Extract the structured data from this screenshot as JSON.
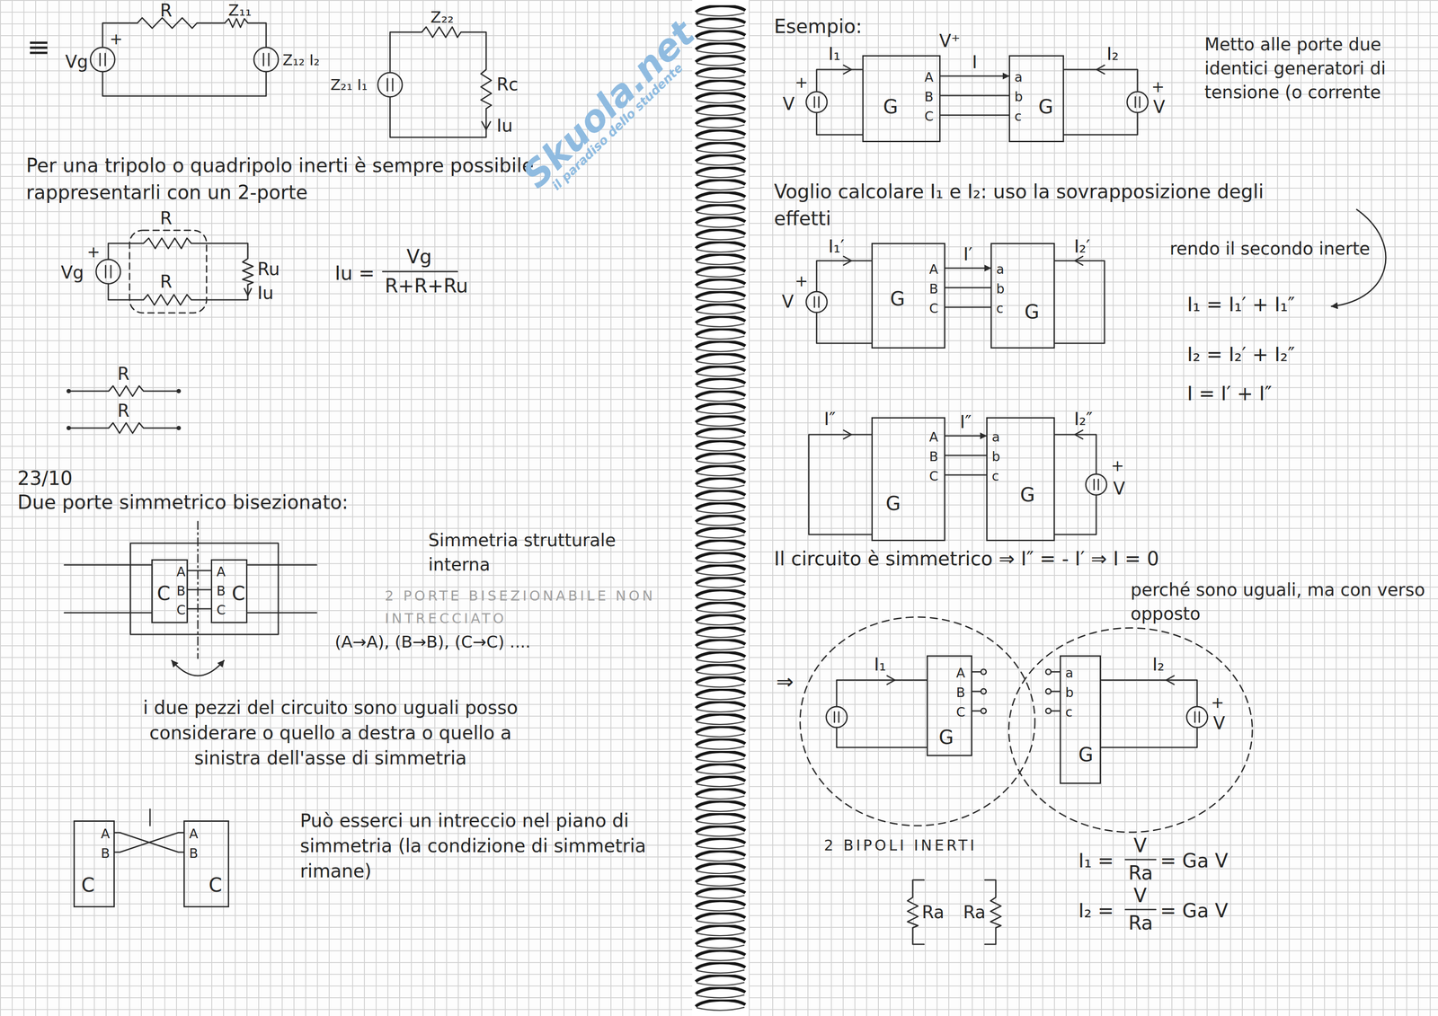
{
  "diagram": {
    "nodes": [
      {
        "text": [
          "C",
          "A",
          "B",
          "C"
        ]
      },
      {
        "text": [
          "A",
          "B",
          "C",
          "C"
        ]
      },
      {
        "text": [
          "A",
          "B",
          "C"
        ]
      },
      {
        "text": [
          "A",
          "B",
          "C"
        ]
      },
      {
        "text": [
          "G",
          "A",
          "B",
          "C"
        ]
      },
      {
        "text": [
          "a",
          "b",
          "c",
          "G"
        ]
      },
      {
        "text": [
          "G",
          "A",
          "B",
          "C"
        ]
      },
      {
        "text": [
          "a",
          "b",
          "c",
          "G"
        ]
      },
      {
        "text": [
          "G",
          "A",
          "B",
          "C"
        ]
      },
      {
        "text": [
          "a",
          "b",
          "c",
          "G"
        ]
      },
      {
        "text": [
          "G",
          "A",
          "B",
          "C"
        ]
      },
      {
        "text": [
          "a",
          "b",
          "c",
          "G"
        ]
      }
    ],
    "edges": [
      {
        "from": 0,
        "to": 1,
        "arrow": "none"
      },
      {
        "from": 0,
        "to": 1,
        "arrow": "none"
      },
      {
        "from": 0,
        "to": 1,
        "arrow": "none"
      },
      {
        "from": 2,
        "to": 3,
        "arrow": "none"
      },
      {
        "from": 2,
        "to": 3,
        "arrow": "none"
      },
      {
        "from": 4,
        "to": 5,
        "label": "I",
        "arrow": "to"
      },
      {
        "from": 4,
        "to": 5,
        "arrow": "none"
      },
      {
        "from": 4,
        "to": 5,
        "arrow": "none"
      },
      {
        "from": 6,
        "to": 7,
        "label": "I′",
        "arrow": "to"
      },
      {
        "from": 6,
        "to": 7,
        "arrow": "none"
      },
      {
        "from": 6,
        "to": 7,
        "arrow": "none"
      },
      {
        "from": 8,
        "to": 9,
        "label": "I″",
        "arrow": "to"
      },
      {
        "from": 8,
        "to": 9,
        "arrow": "none"
      },
      {
        "from": 8,
        "to": 9,
        "arrow": "none"
      }
    ],
    "labels": [
      "≡",
      "R",
      "Z₁₁",
      "+",
      "Vg",
      "Z₁₂ I₂",
      "Z₂₂",
      "Z₂₁ I₁",
      "Rc",
      "Iu",
      "Per una tripolo o quadripolo inerti è sempre possibile rappresentarli con un 2-porte",
      "+",
      "Vg",
      "R",
      "R",
      "Ru",
      "Iu",
      "Iu =",
      "Vg",
      "R+R+Ru",
      "R",
      "R",
      "23/10",
      "Due porte simmetrico bisezionato:",
      "Simmetria strutturale interna",
      "2 PORTE BISEZIONABILE NON INTRECCIATO",
      "(A→A), (B→B), (C→C) ....",
      "i due pezzi del circuito sono uguali posso considerare o quello a destra o quello a sinistra dell'asse di simmetria",
      "Può esserci un intreccio nel piano di simmetria (la condizione di simmetria rimane)",
      "Skuola.net",
      "il paradiso dello studente",
      "Esempio:",
      "V⁺",
      "I₁",
      "+",
      "V",
      "I₂",
      "+",
      "V",
      "Metto alle porte due identici generatori di tensione (o corrente",
      "Voglio calcolare I₁ e I₂: uso la sovrapposizione degli effetti",
      "rendo il secondo inerte",
      "I₁ = I₁′ + I₁″",
      "I₂ = I₂′ + I₂″",
      "I = I′ + I″",
      "I₁′",
      "+",
      "V",
      "I₂′",
      "I″",
      "I₂″",
      "+",
      "V",
      "Il circuito è simmetrico ⇒ I″ = - I′ ⇒ I = 0",
      "perché sono uguali, ma con verso opposto",
      "⇒",
      "I₁",
      "I₂",
      "+",
      "V",
      "2 BIPOLI INERTI",
      "Ra",
      "Ra",
      "I₁ =",
      "V",
      "Ra",
      "= Ga V",
      "I₂ =",
      "V",
      "Ra",
      "= Ga V"
    ]
  }
}
